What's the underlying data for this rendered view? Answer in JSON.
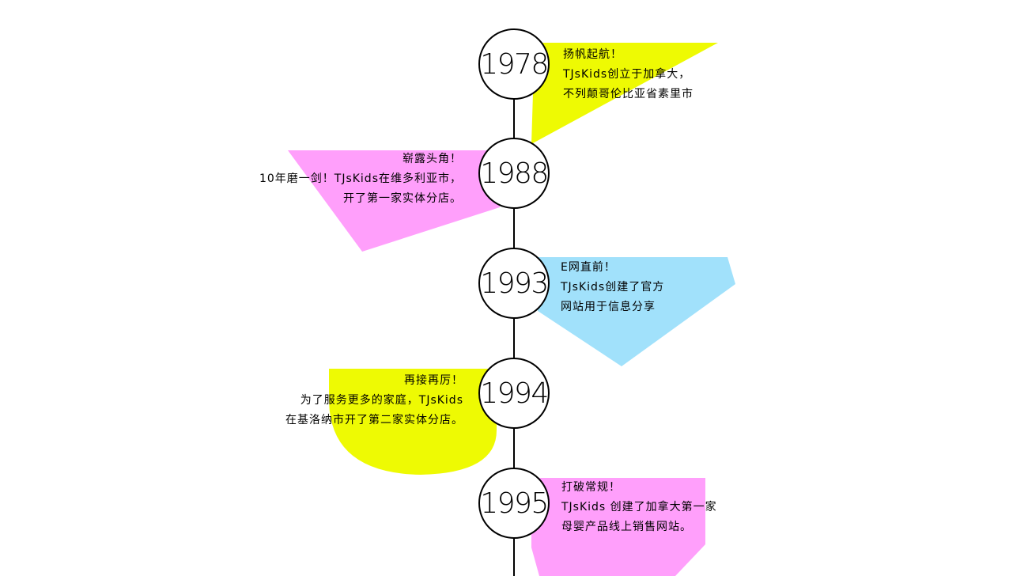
{
  "colors": {
    "yellow": "#eefa03",
    "pink": "#ff9ffb",
    "blue": "#a1e1fb",
    "line": "#000000"
  },
  "events": [
    {
      "year": "1978",
      "title": "扬帆起航！",
      "lines": [
        "TJsKids创立于加拿大，",
        "不列颠哥伦比亚省素里市"
      ]
    },
    {
      "year": "1988",
      "title": "崭露头角！",
      "lines": [
        "10年磨一剑！TJsKids在维多利亚市，",
        "开了第一家实体分店。"
      ]
    },
    {
      "year": "1993",
      "title": "E网直前！",
      "lines": [
        "TJsKids创建了官方",
        "网站用于信息分享"
      ]
    },
    {
      "year": "1994",
      "title": "再接再厉！",
      "lines": [
        "为了服务更多的家庭，TJsKids",
        "在基洛纳市开了第二家实体分店。"
      ]
    },
    {
      "year": "1995",
      "title": "打破常规！",
      "lines": [
        "TJsKids 创建了加拿大第一家",
        "母婴产品线上销售网站。"
      ]
    }
  ]
}
